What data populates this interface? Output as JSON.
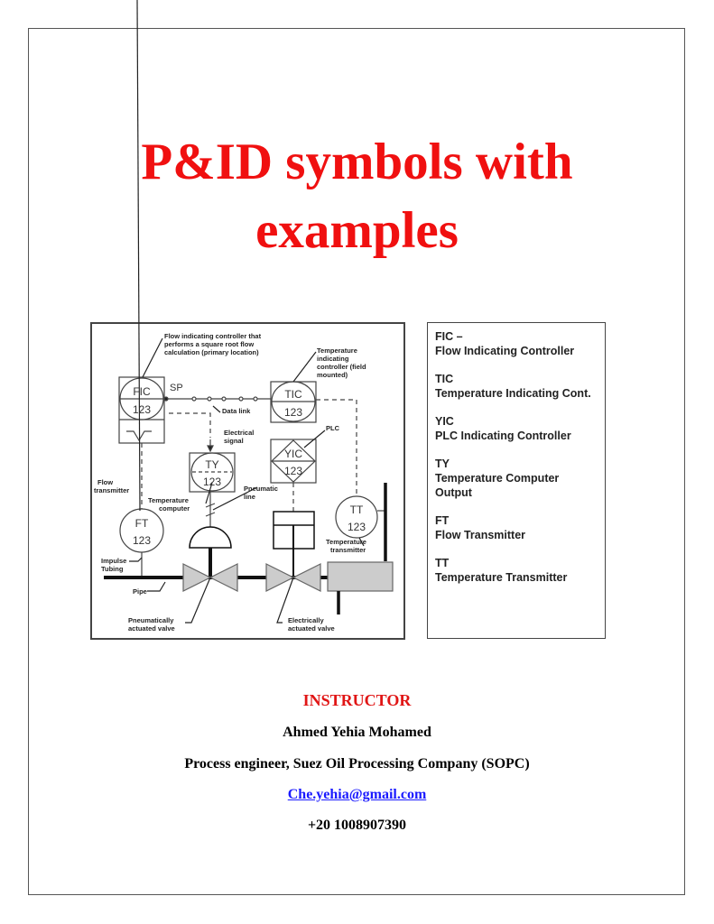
{
  "title": {
    "line1": "P&ID symbols with",
    "line2": "examples"
  },
  "colors": {
    "title": "#f01010",
    "instructor": "#e01515",
    "email": "#1a1aff"
  },
  "diagram": {
    "fic": {
      "tag": "FIC",
      "num": "123"
    },
    "tic": {
      "tag": "TIC",
      "num": "123"
    },
    "yic": {
      "tag": "YIC",
      "num": "123"
    },
    "ty": {
      "tag": "TY",
      "num": "123"
    },
    "ft": {
      "tag": "FT",
      "num": "123"
    },
    "tt": {
      "tag": "TT",
      "num": "123"
    },
    "sp": "SP",
    "labels": {
      "fic_desc": [
        "Flow indicating controller that",
        "performs a square root flow",
        "calculation (primary location)"
      ],
      "tic_desc": [
        "Temperature",
        "indicating",
        "controller (field",
        "mounted)"
      ],
      "data_link": "Data link",
      "electrical_signal": [
        "Electrical",
        "signal"
      ],
      "plc": "PLC",
      "flow_transmitter": [
        "Flow",
        "transmitter"
      ],
      "temperature_computer": [
        "Temperature",
        "computer"
      ],
      "pneumatic_line": [
        "Pneumatic",
        "line"
      ],
      "temperature_transmitter": [
        "Temperature",
        "transmitter"
      ],
      "impulse_tubing": [
        "Impulse",
        "Tubing"
      ],
      "pipe": "Pipe",
      "pneumatic_valve": [
        "Pneumatically",
        "actuated valve"
      ],
      "electric_valve": [
        "Electrically",
        "actuated valve"
      ]
    }
  },
  "legend": [
    {
      "code": "FIC –",
      "desc": [
        "Flow Indicating Controller"
      ]
    },
    {
      "code": "TIC",
      "desc": [
        "Temperature Indicating Cont."
      ]
    },
    {
      "code": "YIC",
      "desc": [
        "PLC Indicating Controller"
      ]
    },
    {
      "code": "TY",
      "desc": [
        "Temperature Computer",
        "Output"
      ]
    },
    {
      "code": "FT",
      "desc": [
        "Flow Transmitter"
      ]
    },
    {
      "code": "TT",
      "desc": [
        "Temperature Transmitter"
      ]
    }
  ],
  "instructor": {
    "heading": "INSTRUCTOR",
    "name": "Ahmed Yehia Mohamed",
    "role": "Process engineer, Suez Oil Processing Company (SOPC)",
    "email": "Che.yehia@gmail.com",
    "phone": "+20 1008907390"
  }
}
